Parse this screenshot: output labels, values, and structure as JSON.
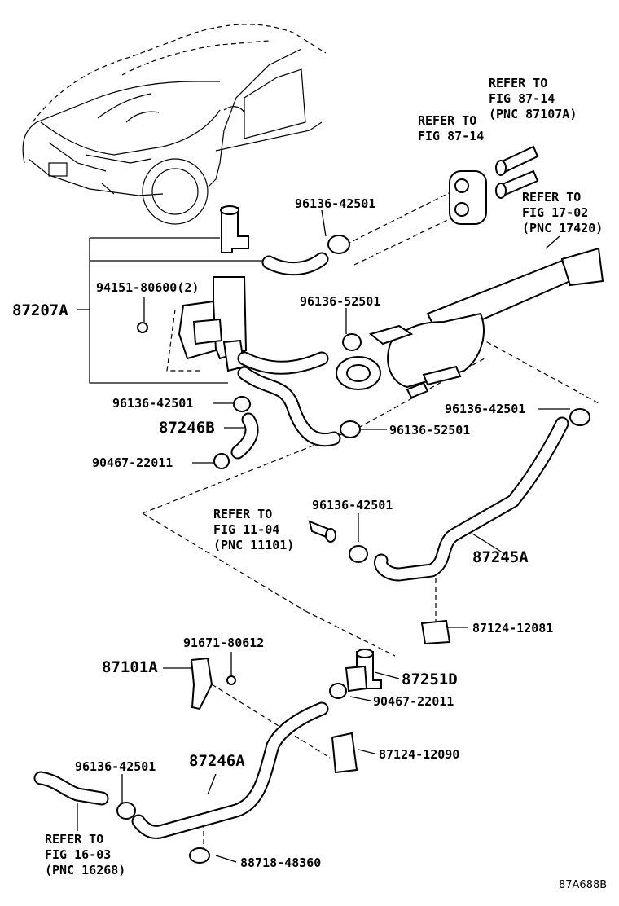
{
  "parts": {
    "p87207A": "87207A",
    "p94151_80600": "94151-80600(2)",
    "p96136_42501_top": "96136-42501",
    "p96136_52501_top": "96136-52501",
    "p96136_42501_mid": "96136-42501",
    "p87246B": "87246B",
    "p90467_22011_a": "90467-22011",
    "p96136_52501_mid": "96136-52501",
    "p96136_42501_right": "96136-42501",
    "p96136_42501_center": "96136-42501",
    "p87245A": "87245A",
    "p87124_12081": "87124-12081",
    "p91671_80612": "91671-80612",
    "p87101A": "87101A",
    "p87251D": "87251D",
    "p90467_22011_b": "90467-22011",
    "p87124_12090": "87124-12090",
    "p96136_42501_bottom": "96136-42501",
    "p87246A": "87246A",
    "p88718_48360": "88718-48360"
  },
  "refs": {
    "ref_87_14_a": [
      "REFER TO",
      "FIG 87-14"
    ],
    "ref_87_14_b": [
      "REFER TO",
      "FIG 87-14",
      "(PNC 87107A)"
    ],
    "ref_17_02": [
      "REFER TO",
      "FIG 17-02",
      "(PNC 17420)"
    ],
    "ref_11_04": [
      "REFER TO",
      "FIG 11-04",
      "(PNC 11101)"
    ],
    "ref_16_03": [
      "REFER TO",
      "FIG 16-03",
      "(PNC 16268)"
    ]
  },
  "figure_code": "87A688B"
}
